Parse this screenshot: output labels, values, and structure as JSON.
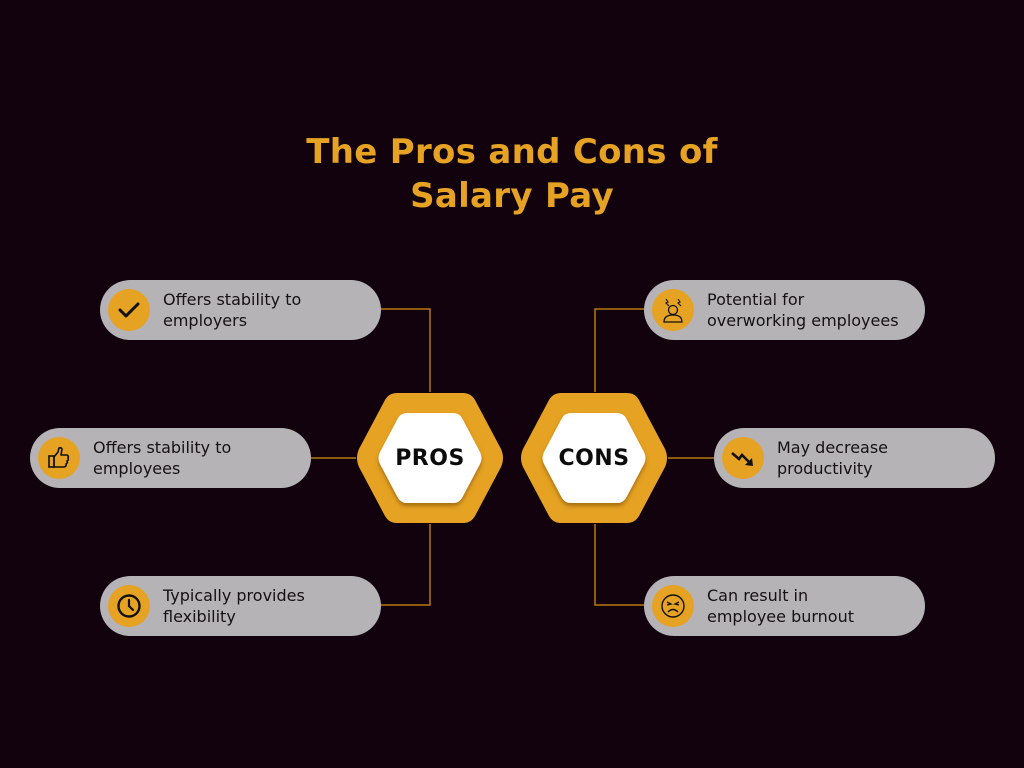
{
  "title": {
    "line1": "The Pros and Cons of",
    "line2": "Salary Pay"
  },
  "colors": {
    "background": "#12020d",
    "accent": "#e6a222",
    "pill": "#b5b3b5",
    "hex_inner": "#ffffff",
    "text_dark": "#161114"
  },
  "pros": {
    "label": "PROS",
    "items": [
      {
        "icon": "checkmark-icon",
        "line1": "Offers stability to",
        "line2": "employers"
      },
      {
        "icon": "thumbs-up-icon",
        "line1": "Offers stability to",
        "line2": "employees"
      },
      {
        "icon": "clock-icon",
        "line1": "Typically provides",
        "line2": "flexibility"
      }
    ]
  },
  "cons": {
    "label": "CONS",
    "items": [
      {
        "icon": "stressed-person-icon",
        "line1": "Potential for",
        "line2": "overworking employees"
      },
      {
        "icon": "trend-down-icon",
        "line1": "May decrease",
        "line2": "productivity"
      },
      {
        "icon": "angry-face-icon",
        "line1": "Can result in",
        "line2": "employee burnout"
      }
    ]
  }
}
